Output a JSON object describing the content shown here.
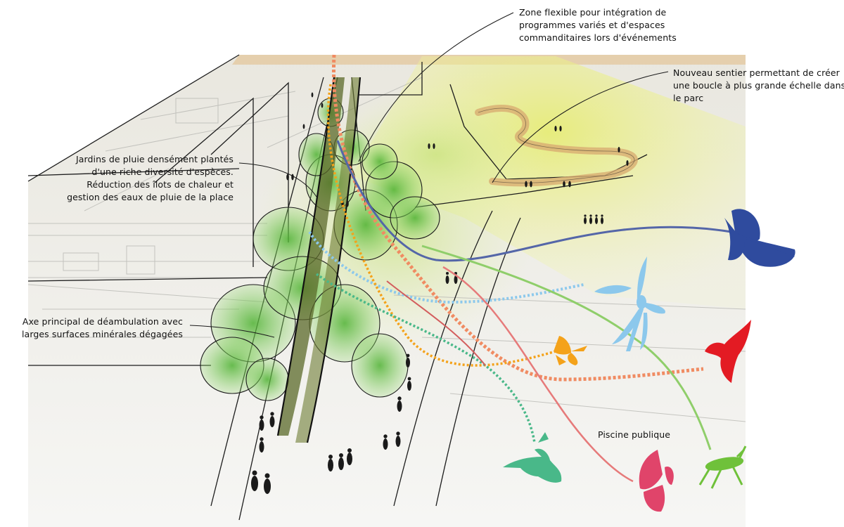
{
  "annotations": {
    "zone_flexible": {
      "lines": [
        "Zone flexible pour intégration de",
        "programmes variés et d'espaces",
        "commanditaires lors d'événements"
      ]
    },
    "nouveau_sentier": {
      "lines": [
        "Nouveau sentier permettant de créer",
        "une boucle à plus grande échelle dans",
        "le parc"
      ]
    },
    "jardins_pluie": {
      "lines": [
        "Jardins de pluie densément plantés",
        "d'une riche diversité d'espèces.",
        "Réduction des îlots de chaleur et",
        "gestion des eaux de pluie de la place"
      ]
    },
    "axe_principal": {
      "lines": [
        "Axe principal de déambulation avec",
        "larges surfaces minérales dégagées"
      ]
    },
    "piscine": {
      "lines": [
        "Piscine publique"
      ]
    }
  },
  "colors": {
    "paper": "#f1f1ef",
    "sketch_line": "#1a1a1a",
    "tree_green": "#6cc24a",
    "yellow_glow": "#eef28a",
    "path_tan": "#d9b07a",
    "butterfly_blue": "#2f4b9e",
    "dragonfly_lightblue": "#8cc8ec",
    "bird_red": "#e31b23",
    "moth_orange": "#f4a21a",
    "hummingbird_green": "#49b889",
    "butterfly_pink": "#e0446a",
    "grasshopper_green": "#6fc13a",
    "dotted_salmon": "#f08b62"
  },
  "icons": [
    "blue-butterfly-icon",
    "light-blue-dragonfly-icon",
    "red-bird-icon",
    "orange-moth-icon",
    "green-hummingbird-icon",
    "pink-butterfly-icon",
    "green-grasshopper-icon"
  ]
}
